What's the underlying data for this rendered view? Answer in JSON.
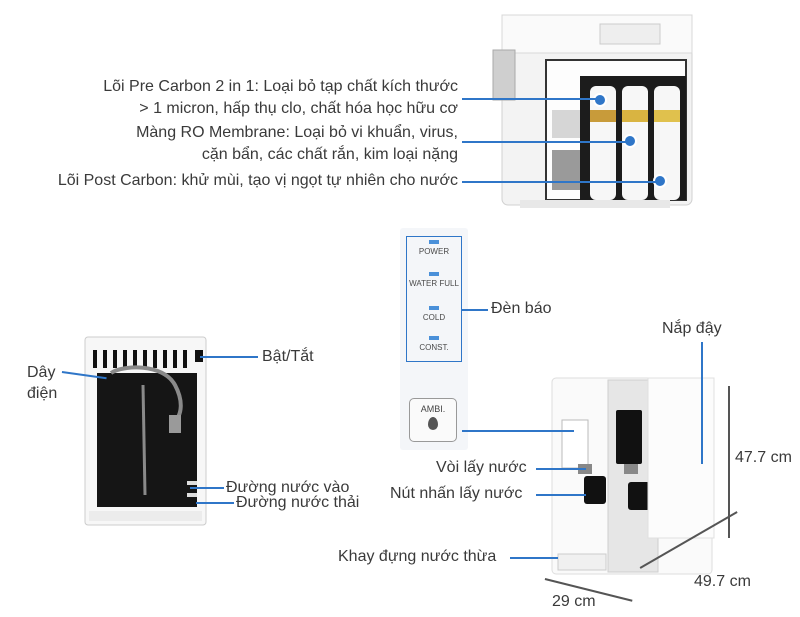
{
  "top_labels": {
    "pre_carbon_1": "Lõi Pre Carbon 2 in 1: Loại bỏ tạp chất kích thước",
    "pre_carbon_2": "> 1 micron, hấp thụ clo, chất hóa học hữu cơ",
    "ro_1": "Màng RO Membrane: Loại bỏ vi khuẩn, virus,",
    "ro_2": "cặn bẩn, các chất rắn, kim loại nặng",
    "post_carbon": "Lõi Post Carbon: khử mùi, tạo vị ngọt tự nhiên cho nước"
  },
  "back_labels": {
    "power_cord_1": "Dây",
    "power_cord_2": "điện",
    "on_off": "Bật/Tắt",
    "water_in": "Đường nước vào",
    "water_out": "Đường nước thải"
  },
  "panel": {
    "power": "POWER",
    "water_full": "WATER FULL",
    "cold": "COLD",
    "const": "CONST.",
    "ambi": "AMBI.",
    "indicator_label": "Đèn báo"
  },
  "front_labels": {
    "cover": "Nắp đậy",
    "faucet": "Vòi lấy nước",
    "dispense_button": "Nút nhấn lấy nước",
    "drip_tray": "Khay đựng nước thừa"
  },
  "dimensions": {
    "height": "47.7 cm",
    "depth": "49.7 cm",
    "width": "29 cm"
  },
  "colors": {
    "accent_line": "#2f76c8",
    "indicator_blue": "#4a90d9"
  }
}
